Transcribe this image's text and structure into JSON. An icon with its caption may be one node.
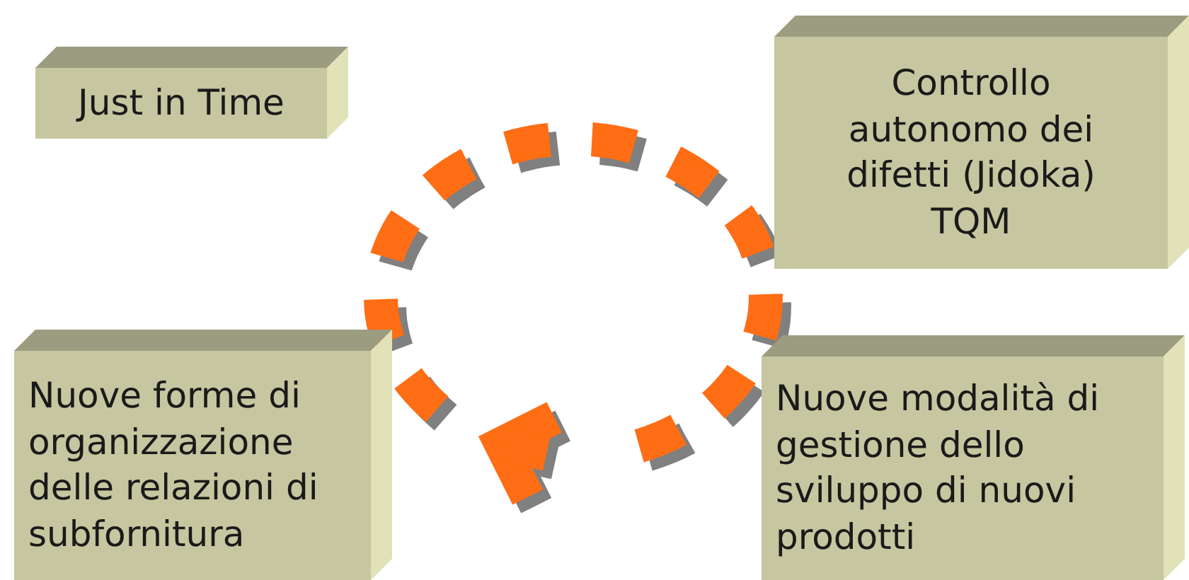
{
  "diagram": {
    "nodes": [
      {
        "text": [
          "Just in Time"
        ]
      },
      {
        "text": [
          "Controllo autonomo dei difetti (Jidoka) TQM"
        ]
      },
      {
        "text": [
          "Nuove forme di organizzazione delle relazioni di subfornitura"
        ]
      },
      {
        "text": [
          "Nuove modalità di gestione dello sviluppo di nuovi prodotti"
        ]
      }
    ]
  }
}
